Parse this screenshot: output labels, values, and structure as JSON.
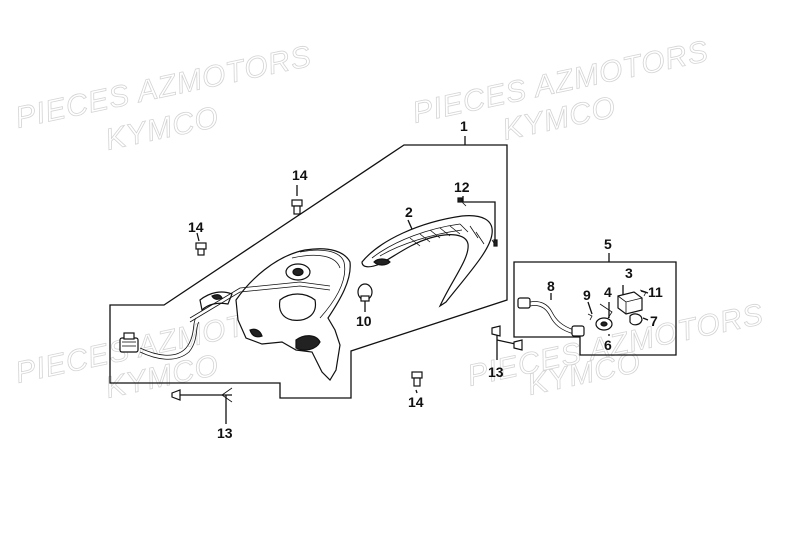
{
  "watermark": {
    "line1": "PIECES AZMOTORS",
    "line2": "KYMCO"
  },
  "callouts": {
    "c1": "1",
    "c2": "2",
    "c3": "3",
    "c4": "4",
    "c5": "5",
    "c6": "6",
    "c7": "7",
    "c8": "8",
    "c9": "9",
    "c10": "10",
    "c11": "11",
    "c12": "12",
    "c13a": "13",
    "c13b": "13",
    "c14a": "14",
    "c14b": "14",
    "c14c": "14"
  },
  "colors": {
    "line": "#111111",
    "watermark": "#d4d4d4",
    "background": "#ffffff"
  }
}
